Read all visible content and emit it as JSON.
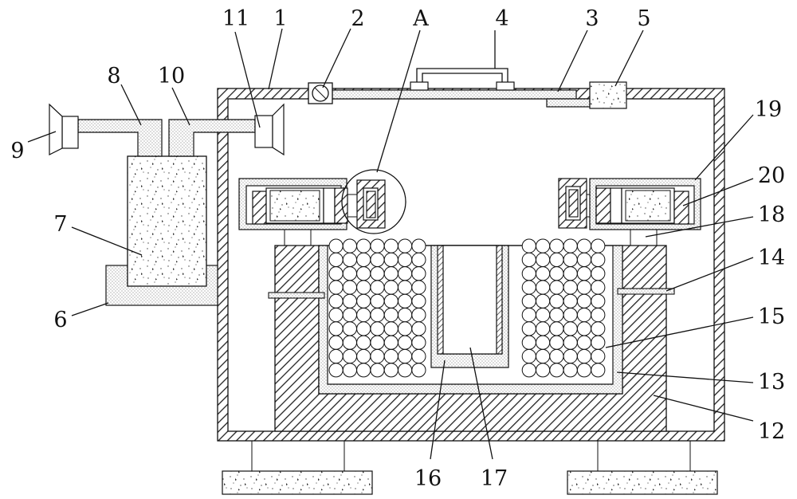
{
  "labels": {
    "l1": "1",
    "l2": "2",
    "l3": "3",
    "l4": "4",
    "l5": "5",
    "l6": "6",
    "l7": "7",
    "l8": "8",
    "l9": "9",
    "l10": "10",
    "l11": "11",
    "l12": "12",
    "l13": "13",
    "l14": "14",
    "l15": "15",
    "l16": "16",
    "l17": "17",
    "l18": "18",
    "l19": "19",
    "l20": "20",
    "lA": "A"
  },
  "colors": {
    "stroke": "#111111",
    "background": "#ffffff"
  }
}
